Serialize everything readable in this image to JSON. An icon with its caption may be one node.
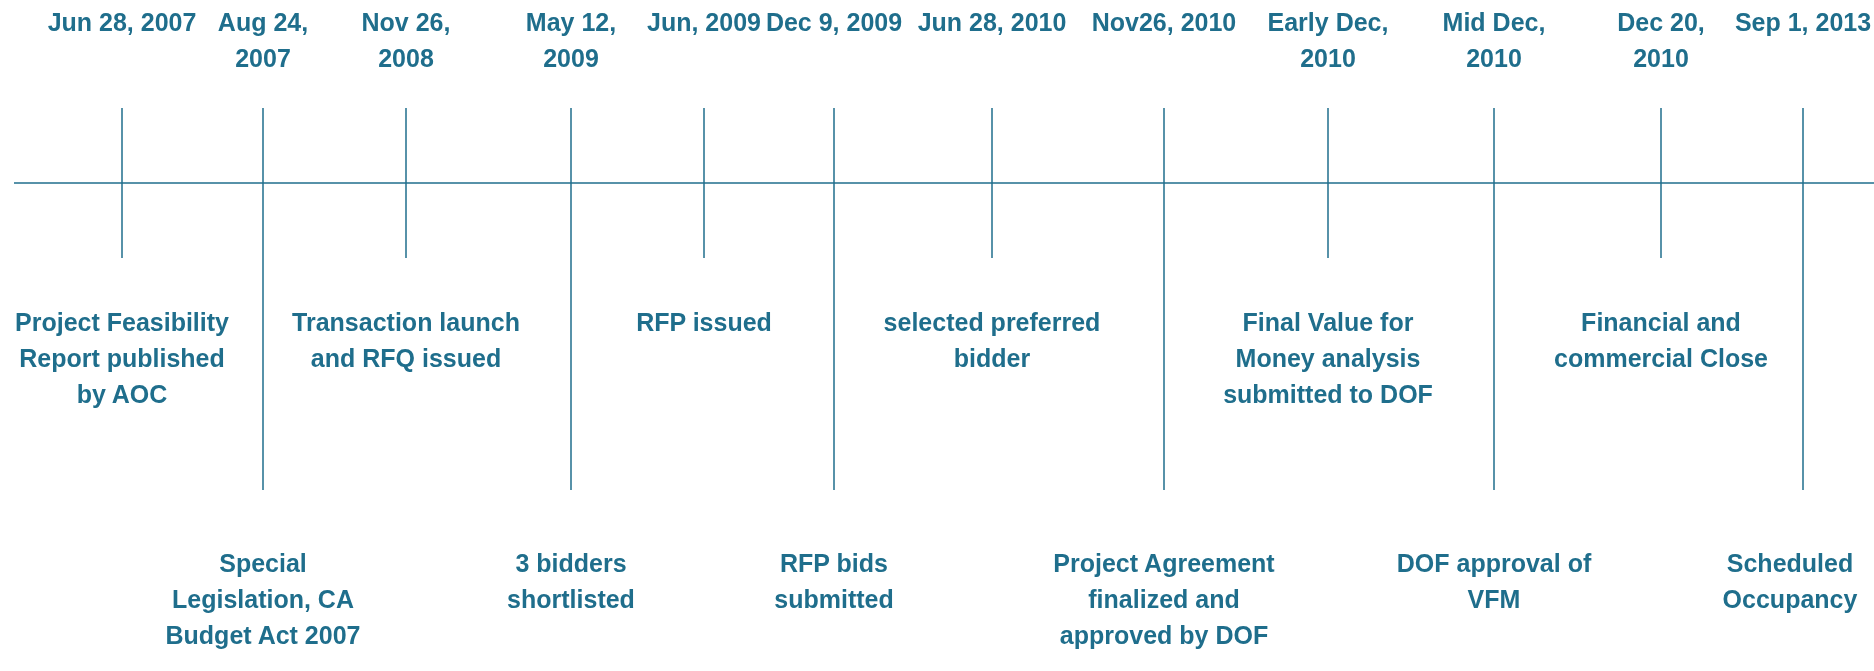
{
  "diagram": {
    "labels": [
      "Jun 28, 2007",
      "Aug 24, 2007",
      "Nov 26, 2008",
      "May 12, 2009",
      "Jun, 2009",
      "Dec 9, 2009",
      "Jun 28, 2010",
      "Nov26, 2010",
      "Early Dec, 2010",
      "Mid Dec, 2010",
      "Dec 20, 2010",
      "Sep 1, 2013",
      "Project Feasibility Report published by AOC",
      "Transaction launch and RFQ issued",
      "RFP issued",
      "selected preferred bidder",
      "Final Value for Money analysis submitted to DOF",
      "Financial and commercial Close",
      "Special Legislation, CA Budget Act 2007",
      "3 bidders shortlisted",
      "RFP bids submitted",
      "Project Agreement finalized and approved by DOF",
      "DOF approval of VFM",
      "Scheduled Occupancy"
    ]
  }
}
